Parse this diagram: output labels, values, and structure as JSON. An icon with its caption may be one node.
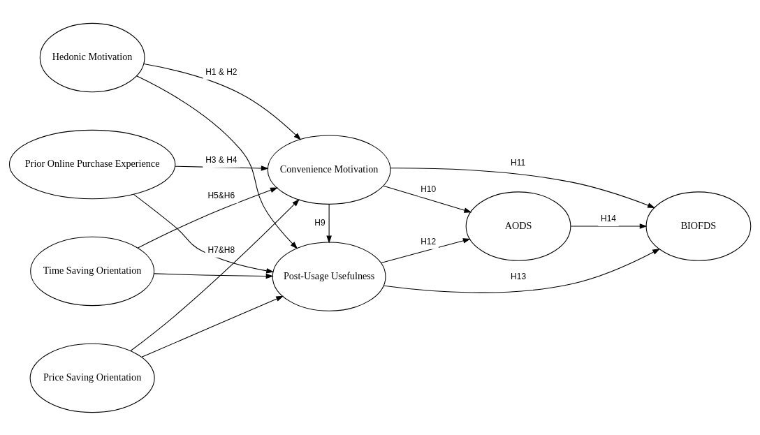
{
  "diagram": {
    "nodes": [
      {
        "text": [
          "Hedonic Motivation"
        ]
      },
      {
        "text": [
          "Prior Online Purchase Experience"
        ]
      },
      {
        "text": [
          "Time Saving Orientation"
        ]
      },
      {
        "text": [
          "Price Saving Orientation"
        ]
      },
      {
        "text": [
          "Convenience Motivation"
        ]
      },
      {
        "text": [
          "Post-Usage Usefulness"
        ]
      },
      {
        "text": [
          "AODS"
        ]
      },
      {
        "text": [
          "BIOFDS"
        ]
      }
    ],
    "edges": [
      {
        "from": 0,
        "to": 4,
        "arrow": "to",
        "label": "H1 & H2"
      },
      {
        "from": 0,
        "to": 5,
        "arrow": "to"
      },
      {
        "from": 1,
        "to": 4,
        "arrow": "to",
        "label": "H3 & H4"
      },
      {
        "from": 1,
        "to": 5,
        "arrow": "to"
      },
      {
        "from": 2,
        "to": 4,
        "arrow": "to",
        "label": "H5&H6"
      },
      {
        "from": 2,
        "to": 5,
        "arrow": "to"
      },
      {
        "from": 3,
        "to": 4,
        "arrow": "to",
        "label": "H7&H8"
      },
      {
        "from": 3,
        "to": 5,
        "arrow": "to"
      },
      {
        "from": 4,
        "to": 5,
        "arrow": "to",
        "label": "H9"
      },
      {
        "from": 4,
        "to": 6,
        "arrow": "to",
        "label": "H10"
      },
      {
        "from": 4,
        "to": 7,
        "arrow": "to",
        "label": "H11"
      },
      {
        "from": 5,
        "to": 6,
        "arrow": "to",
        "label": "H12"
      },
      {
        "from": 5,
        "to": 7,
        "arrow": "to",
        "label": "H13"
      },
      {
        "from": 6,
        "to": 7,
        "arrow": "to",
        "label": "H14"
      }
    ]
  }
}
